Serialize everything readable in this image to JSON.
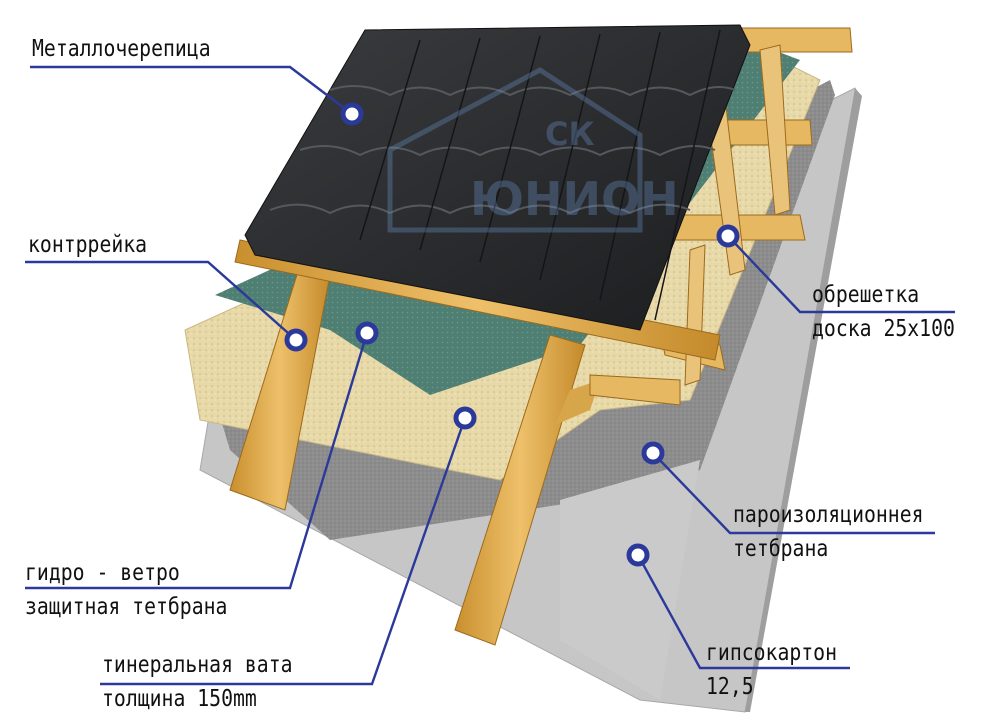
{
  "labels": {
    "metal_tile": "Металлочерепица",
    "counter_batten": "контррейка",
    "lathing_line1": "обрешетка",
    "lathing_line2": "доска 25х100",
    "wind_membrane_line1": "гидро - ветро",
    "wind_membrane_line2": "защитная тетбрана",
    "wool_line1": "тинеральная вата",
    "wool_line2": "толщина 150mm",
    "vapor_line1": "пароизоляционнея",
    "vapor_line2": "тетбрана",
    "drywall_line1": "гипсокартон",
    "drywall_line2": "12,5"
  },
  "watermark": {
    "line1": "СК",
    "line2": "ЮНИОН"
  },
  "colors": {
    "leader": "#2b3a9a",
    "marker_ring": "#2b3a9a",
    "tile": "#2a2c2e",
    "wood": "#e2b55a",
    "wool": "#e8d9a8",
    "membrane": "#4f7f73",
    "vapor": "#8e8e8e",
    "drywall": "#c9c9c9"
  }
}
